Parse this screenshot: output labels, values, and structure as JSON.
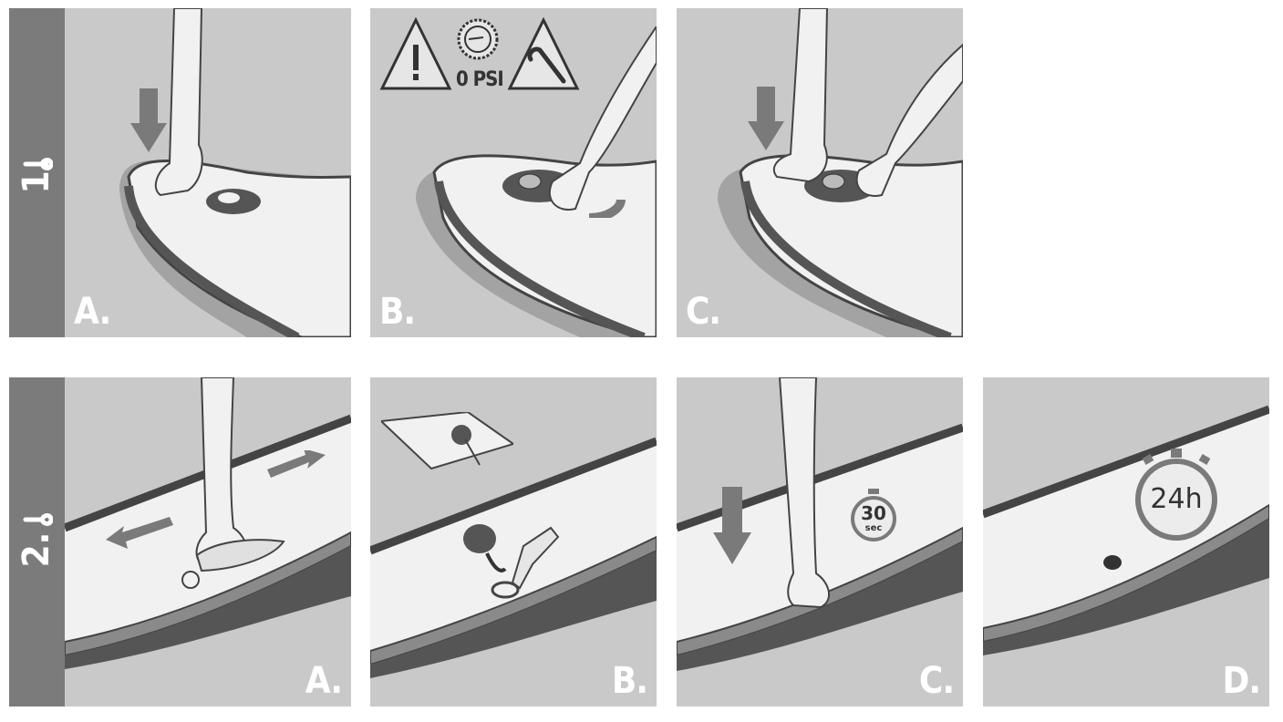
{
  "steps": [
    {
      "label": "1.",
      "panels": [
        {
          "letter": "A."
        },
        {
          "letter": "B.",
          "psi_text": "0 PSI"
        },
        {
          "letter": "C."
        }
      ]
    },
    {
      "label": "2.",
      "panels": [
        {
          "letter": "A."
        },
        {
          "letter": "B."
        },
        {
          "letter": "C.",
          "timer_value": "30",
          "timer_unit": "sec"
        },
        {
          "letter": "D.",
          "timer_value": "24h"
        }
      ]
    }
  ],
  "icons": [
    "wrench-icon",
    "warning-icon",
    "pressure-gauge-icon",
    "valve-wrench-icon",
    "stopwatch-icon",
    "down-arrow-icon",
    "glue-tube-icon",
    "patch-icon"
  ],
  "colors": {
    "panel_bg": "#c9c9c9",
    "step_bar": "#7b7b7b",
    "board": "#f1f1f1",
    "rail_dark": "#555555",
    "arrow": "#7a7a7a"
  }
}
